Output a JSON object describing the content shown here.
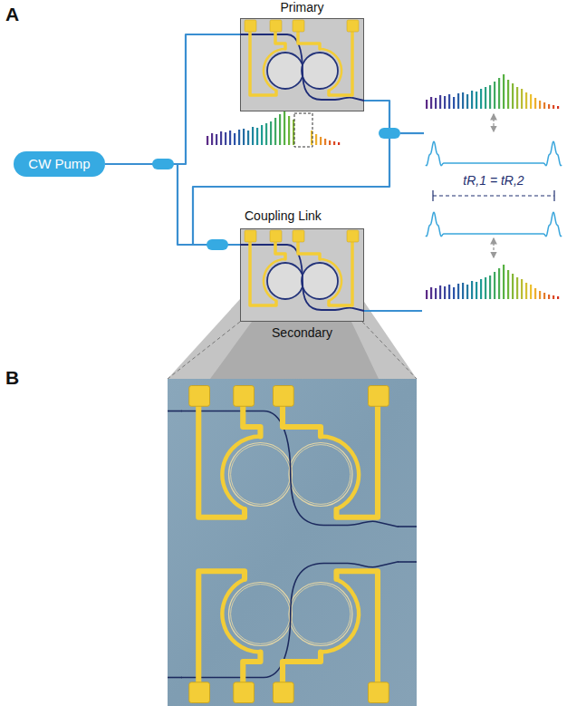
{
  "diagram": {
    "nodes": [
      {
        "text": [
          "Primary"
        ]
      },
      {
        "text": [
          "CW Pump"
        ]
      },
      {
        "text": [
          "Secondary"
        ]
      }
    ],
    "edges": [
      {
        "from": 1,
        "to": 0,
        "arrow": "none"
      },
      {
        "from": 1,
        "to": 2,
        "arrow": "none"
      },
      {
        "from": 0,
        "to": 2,
        "arrow": "none"
      }
    ],
    "labels": [
      "A",
      "Coupling Link",
      "tR,1 = tR,2",
      "B"
    ]
  }
}
